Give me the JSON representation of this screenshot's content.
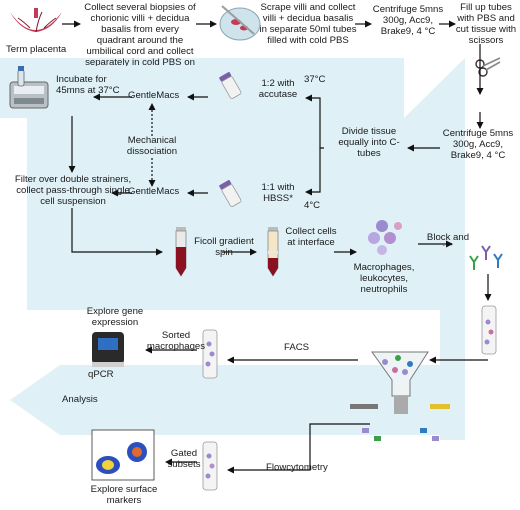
{
  "labels": {
    "term_placenta": "Term placenta",
    "collect_biopsies": "Collect several biopsies of chorionic villi + decidua basalis from every quadrant around the umbilical cord and collect separately in cold PBS on ice",
    "scrape_villi": "Scrape villi and collect villi + decidua basalis in separate 50ml tubes filled with cold PBS",
    "centrifuge_top": "Centrifuge 5mns 300g, Acc9, Brake9, 4 °C",
    "fill_tubes": "Fill up tubes with PBS and cut tissue with scissors",
    "incubate": "Incubate for 45mns at 37°C",
    "gentlemacs_top": "GentleMacs",
    "accutase": "1:2 with accutase",
    "temp_37": "37°C",
    "mechanical": "Mechanical dissociation",
    "divide_tissue": "Divide tissue equally into C-tubes",
    "centrifuge_right": "Centrifuge 5mns 300g, Acc9, Brake9, 4 °C",
    "gentlemacs_bottom": "GentleMacs",
    "hbss": "1:1 with HBSS*",
    "temp_4": "4°C",
    "filter": "Filter over double strainers, collect pass-through single cell suspension",
    "ficoll": "Ficoll gradient spin",
    "collect_cells": "Collect cells at interface",
    "macrophages_types": "Macrophages, leukocytes, neutrophils",
    "block_stain": "Block and stain",
    "explore_gene": "Explore gene expression",
    "qpcr": "qPCR",
    "sorted": "Sorted macrophages",
    "facs": "FACS",
    "analysis": "Analysis",
    "gated": "Gated subsets",
    "flowcytometry": "Flowcytometry",
    "explore_surface": "Explore surface markers"
  },
  "colors": {
    "band": "#dff1f7",
    "arrow": "#111111",
    "placenta": "#c23a55",
    "tube_cap_purple": "#7b5fa8",
    "ficoll_red": "#8b1020",
    "cell_purple": "#9a8ad0",
    "machine_dark": "#2a2a2a"
  }
}
